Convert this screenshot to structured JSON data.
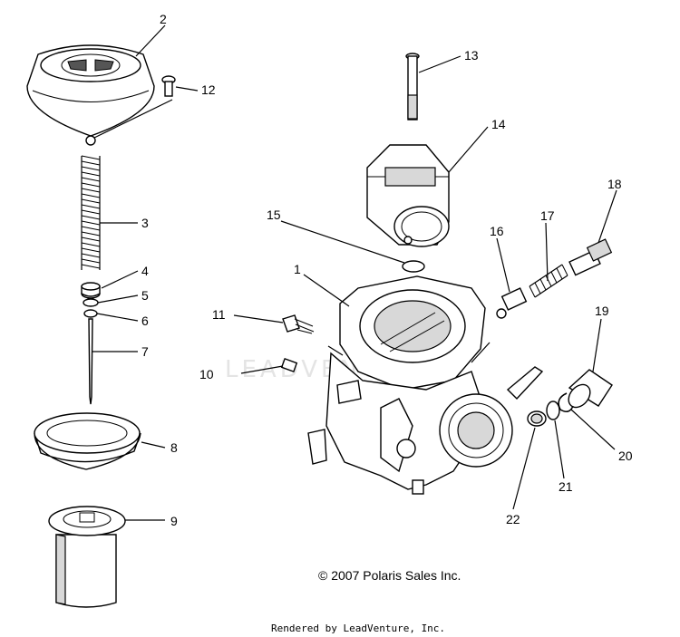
{
  "diagram": {
    "callouts": [
      "1",
      "2",
      "3",
      "4",
      "5",
      "6",
      "7",
      "8",
      "9",
      "10",
      "11",
      "12",
      "13",
      "14",
      "15",
      "16",
      "17",
      "18",
      "19",
      "20",
      "21",
      "22"
    ],
    "watermark": "LEADVENTURE",
    "copyright": "© 2007 Polaris Sales Inc.",
    "rendered_by": "Rendered by LeadVenture, Inc."
  }
}
